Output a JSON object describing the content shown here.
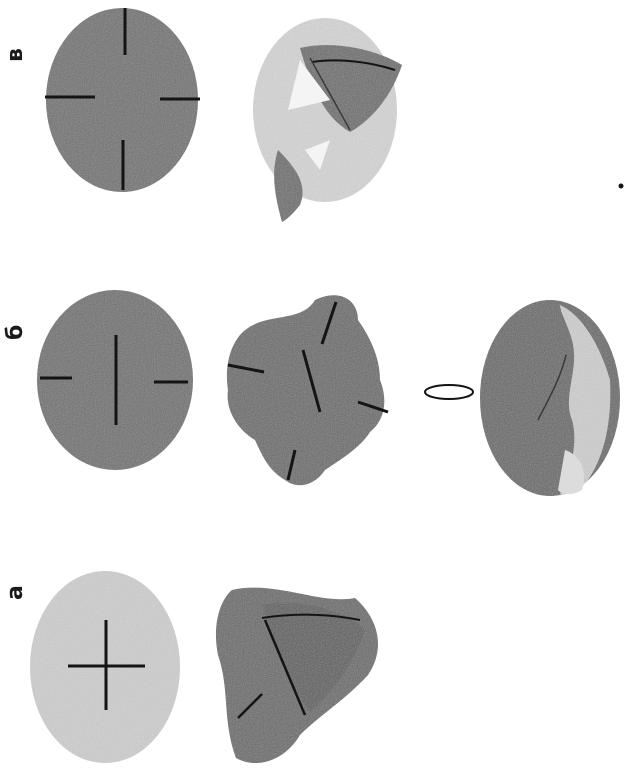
{
  "panels": {
    "a": {
      "label": "а"
    },
    "b": {
      "label": "б"
    },
    "v": {
      "label": "в"
    }
  },
  "colors": {
    "dark_gray": "#6b6b6b",
    "mid_gray": "#858585",
    "light_gray": "#c9c9c9",
    "pale_gray": "#e2e2e2",
    "line": "#141414"
  }
}
